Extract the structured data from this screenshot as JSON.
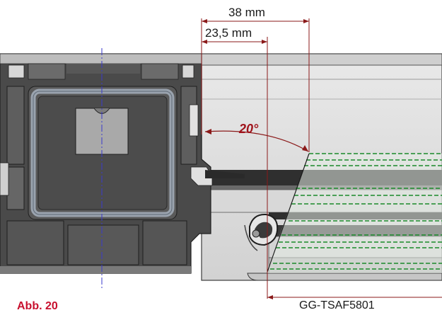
{
  "dimensions": {
    "outer": "38 mm",
    "inner": "23,5 mm",
    "angle": "20°"
  },
  "figure_label": "Abb. 20",
  "part_code": "GG-TSAF5801",
  "colors": {
    "dimension_line": "#8b1a1a",
    "angle_text": "#a0141c",
    "figure_label": "#c8102e",
    "centerline": "#3a3acc",
    "hatch": "#1a8a2a",
    "profile_dark": "#3c3c3c",
    "profile_fill": "#cfcfcf",
    "frame_gray": "#9aa3ae"
  }
}
